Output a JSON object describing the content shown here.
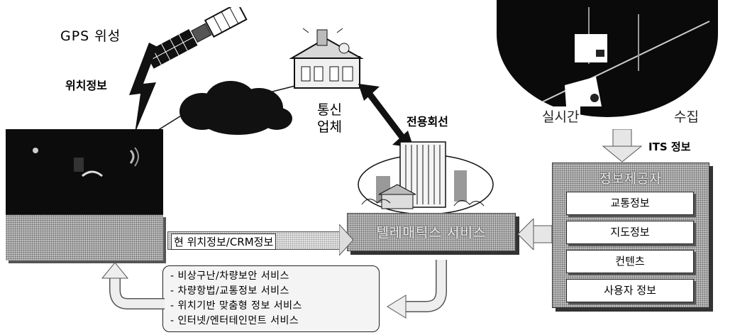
{
  "labels": {
    "gps_satellite": "GPS 위성",
    "location_info": "위치정보",
    "telecom_line1": "통신",
    "telecom_line2": "업체",
    "dedicated_line": "전용회선",
    "realtime_collect_left": "실시간",
    "realtime_collect_right": "수집",
    "its_info": "ITS 정보",
    "telematics_service": "텔레매틱스 서비스",
    "current_location_crm": "현 위치정보/CRM정보"
  },
  "info_provider": {
    "title": "정보제공자",
    "items": [
      "교통정보",
      "지도정보",
      "컨텐츠",
      "사용자 정보"
    ]
  },
  "services": [
    "- 비상구난/차량보안 서비스",
    "- 차량항법/교통정보 서비스",
    "- 위치기반 맞춤형 정보 서비스",
    "- 인터넷/엔터테인먼트 서비스"
  ]
}
